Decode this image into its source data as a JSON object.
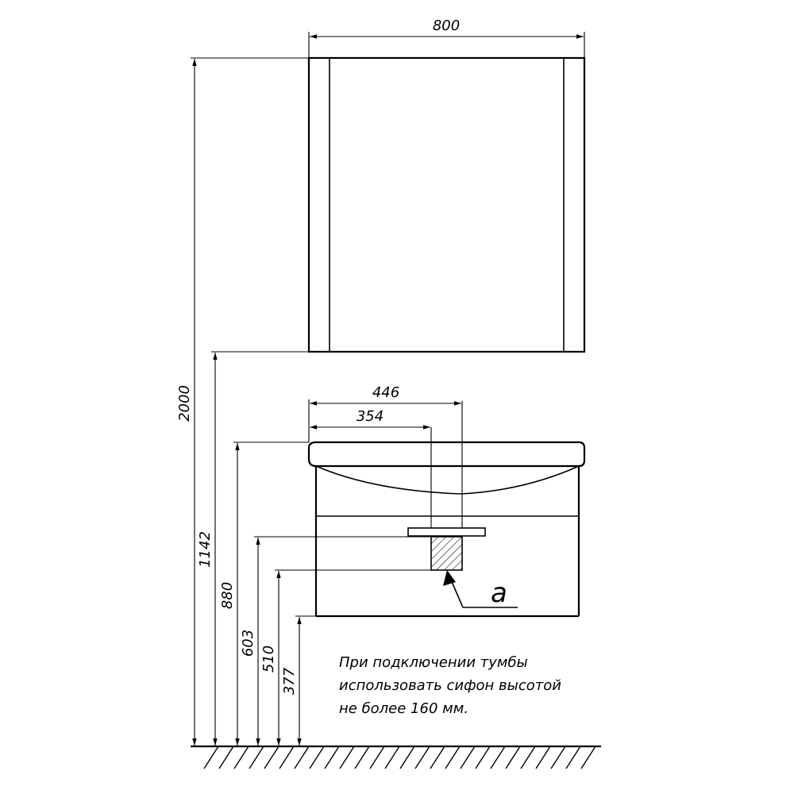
{
  "dimensions": {
    "mirror_width": "800",
    "basin_width": "446",
    "drain_offset": "354",
    "total_height": "2000",
    "mirror_bottom_height": "1142",
    "basin_top_height": "880",
    "siphon_top_height": "603",
    "siphon_bottom_height": "510",
    "cabinet_bottom_height": "377"
  },
  "callout": {
    "label": "a"
  },
  "note": {
    "line1": "При подключении тумбы",
    "line2": "использовать сифон высотой",
    "line3": "не более 160 мм."
  }
}
